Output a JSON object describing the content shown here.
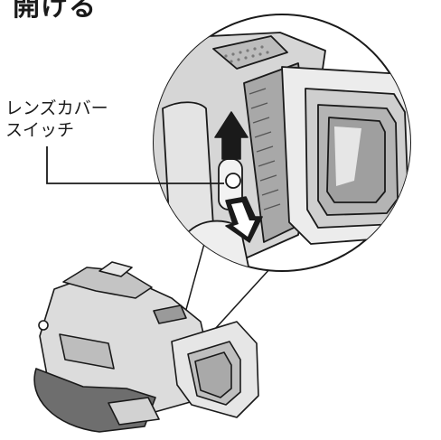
{
  "heading": "開ける",
  "callout": {
    "line1": "レンズカバー",
    "line2": "スイッチ"
  },
  "colors": {
    "ink": "#1a1a1a",
    "body_fill": "#d7d7d7",
    "body_dark": "#8c8c8c",
    "lens_glass": "#c9c9c9",
    "paper": "#ffffff"
  }
}
